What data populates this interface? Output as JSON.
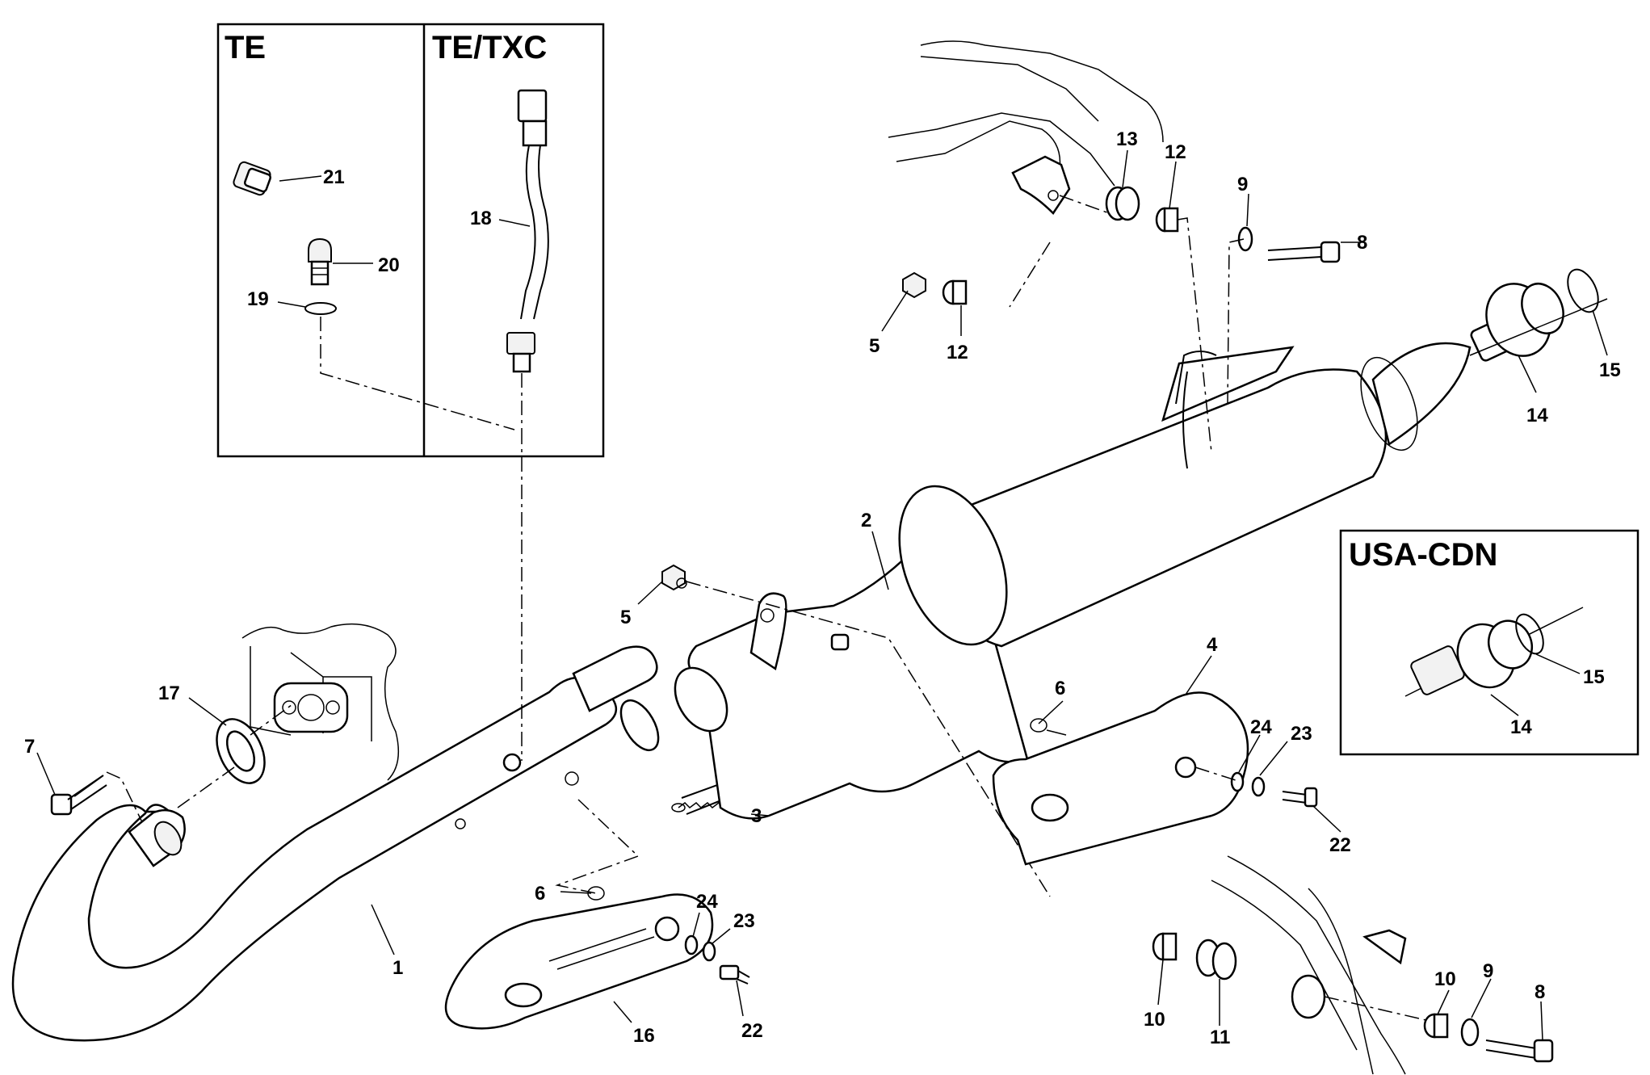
{
  "insets": {
    "te": "TE",
    "te_txc": "TE/TXC",
    "usa_cdn": "USA-CDN"
  },
  "callouts": {
    "c1": "1",
    "c2": "2",
    "c3": "3",
    "c4": "4",
    "c5a": "5",
    "c5b": "5",
    "c6a": "6",
    "c6b": "6",
    "c7": "7",
    "c8a": "8",
    "c8b": "8",
    "c9a": "9",
    "c9b": "9",
    "c10a": "10",
    "c10b": "10",
    "c11": "11",
    "c12a": "12",
    "c12b": "12",
    "c13": "13",
    "c14a": "14",
    "c14b": "14",
    "c15a": "15",
    "c15b": "15",
    "c16": "16",
    "c17": "17",
    "c18": "18",
    "c19": "19",
    "c20": "20",
    "c21": "21",
    "c22a": "22",
    "c22b": "22",
    "c23a": "23",
    "c23b": "23",
    "c24a": "24",
    "c24b": "24"
  }
}
